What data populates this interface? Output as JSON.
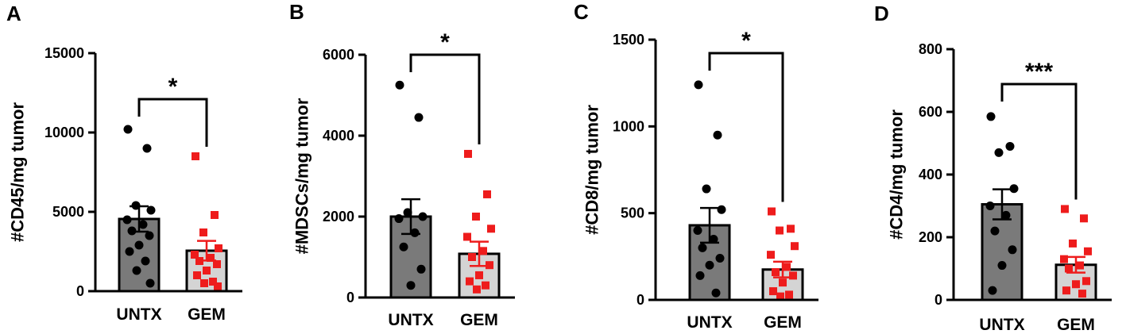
{
  "colors": {
    "untx_bar": "#7a7a7a",
    "gem_bar": "#d4d4d4",
    "untx_point": "#000000",
    "gem_point": "#ee1c1c",
    "axis": "#000000"
  },
  "chart_data": [
    {
      "panel": "A",
      "type": "bar",
      "ylabel": "#CD45/mg tumor",
      "ylim": [
        0,
        15000
      ],
      "yticks": [
        0,
        5000,
        10000,
        15000
      ],
      "yticklabels": [
        "0",
        "5000",
        "10000",
        "15000"
      ],
      "categories": [
        "UNTX",
        "GEM"
      ],
      "means": [
        4550,
        2550
      ],
      "sem": [
        800,
        620
      ],
      "points": [
        [
          10200,
          9000,
          5400,
          5100,
          4500,
          4200,
          3800,
          3500,
          2900,
          2500,
          1900,
          1300,
          500
        ],
        [
          8500,
          4800,
          3700,
          2700,
          2300,
          2100,
          1900,
          1700,
          1300,
          1000,
          600,
          500,
          300
        ]
      ],
      "point_shapes": [
        "circle",
        "square"
      ],
      "significance": "*"
    },
    {
      "panel": "B",
      "type": "bar",
      "ylabel": "#MDSCs/mg tumor",
      "ylim": [
        0,
        6000
      ],
      "yticks": [
        0,
        2000,
        4000,
        6000
      ],
      "yticklabels": [
        "0",
        "2000",
        "4000",
        "6000"
      ],
      "categories": [
        "UNTX",
        "GEM"
      ],
      "means": [
        2000,
        1080
      ],
      "sem": [
        430,
        300
      ],
      "points": [
        [
          5250,
          4450,
          2100,
          2000,
          1950,
          1600,
          1250,
          700,
          300
        ],
        [
          3550,
          2550,
          2000,
          1700,
          1500,
          1150,
          1000,
          800,
          550,
          400,
          300,
          200
        ]
      ],
      "point_shapes": [
        "circle",
        "square"
      ],
      "significance": "*"
    },
    {
      "panel": "C",
      "type": "bar",
      "ylabel": "#CD8/mg tumor",
      "ylim": [
        0,
        1500
      ],
      "yticks": [
        0,
        500,
        1000,
        1500
      ],
      "yticklabels": [
        "0",
        "500",
        "1000",
        "1500"
      ],
      "categories": [
        "UNTX",
        "GEM"
      ],
      "means": [
        430,
        175
      ],
      "sem": [
        100,
        45
      ],
      "points": [
        [
          1240,
          950,
          640,
          520,
          400,
          350,
          300,
          240,
          200,
          140,
          40
        ],
        [
          510,
          410,
          400,
          310,
          260,
          190,
          160,
          140,
          100,
          50,
          30,
          20
        ]
      ],
      "point_shapes": [
        "circle",
        "square"
      ],
      "significance": "*"
    },
    {
      "panel": "D",
      "type": "bar",
      "ylabel": "#CD4/mg tumor",
      "ylim": [
        0,
        800
      ],
      "yticks": [
        0,
        200,
        400,
        600,
        800
      ],
      "yticklabels": [
        "0",
        "200",
        "400",
        "600",
        "800"
      ],
      "categories": [
        "UNTX",
        "GEM"
      ],
      "means": [
        305,
        112
      ],
      "sem": [
        48,
        25
      ],
      "points": [
        [
          585,
          490,
          470,
          355,
          300,
          270,
          220,
          160,
          110,
          30
        ],
        [
          290,
          260,
          180,
          155,
          130,
          110,
          100,
          60,
          50,
          30,
          20
        ]
      ],
      "point_shapes": [
        "circle",
        "square"
      ],
      "significance": "***"
    }
  ]
}
